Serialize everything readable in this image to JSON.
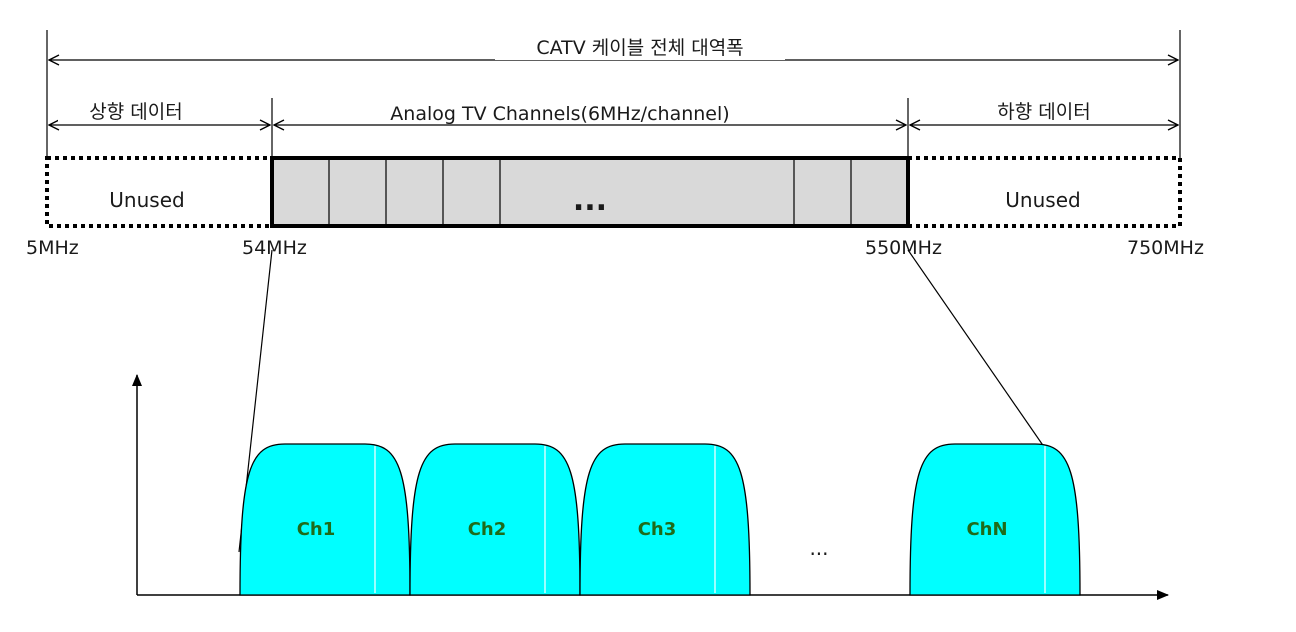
{
  "diagram": {
    "total_bandwidth_label": "CATV 케이블 전체 대역폭",
    "upstream_label": "상향 데이터",
    "analog_label": "Analog TV Channels(6MHz/channel)",
    "downstream_label": "하향 데이터",
    "unused_left": "Unused",
    "unused_right": "Unused",
    "band_ellipsis": "...",
    "freqs": [
      "5MHz",
      "54MHz",
      "550MHz",
      "750MHz"
    ],
    "channels": [
      "Ch1",
      "Ch2",
      "Ch3",
      "ChN"
    ],
    "channel_ellipsis": "...",
    "colors": {
      "channel_fill": "#00FFFF",
      "channel_text": "#1F6B1A",
      "band_fill": "#D9D9D9",
      "line": "#000000"
    }
  }
}
